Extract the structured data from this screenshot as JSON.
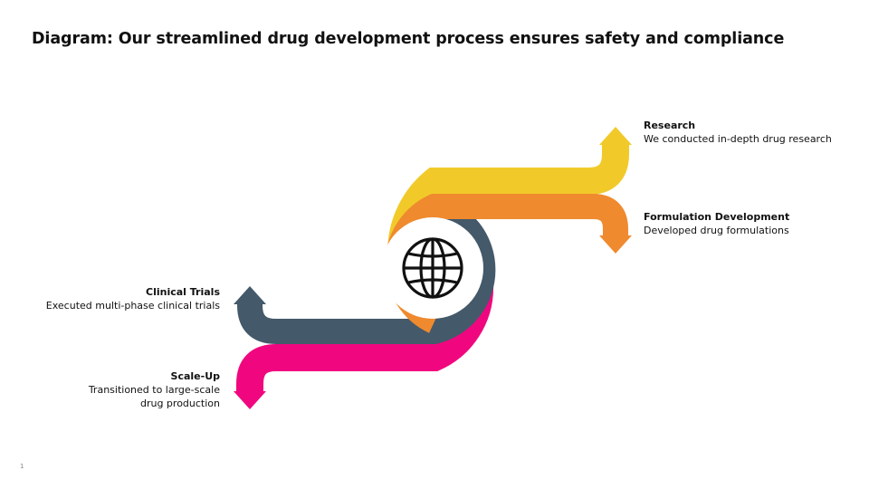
{
  "title": "Diagram: Our streamlined drug development process ensures safety and compliance",
  "page_number": "1",
  "steps": [
    {
      "title": "Research",
      "desc": "We conducted in-depth drug research",
      "color": "#F1CA2A"
    },
    {
      "title": "Formulation Development",
      "desc": "Developed drug formulations",
      "color": "#EF8A2E"
    },
    {
      "title": "Clinical Trials",
      "desc": "Executed multi-phase clinical trials",
      "color": "#44596A"
    },
    {
      "title": "Scale-Up",
      "desc_line1": "Transitioned to large-scale",
      "desc_line2": "drug production",
      "color": "#F0077F"
    }
  ],
  "center_icon": "globe-icon"
}
